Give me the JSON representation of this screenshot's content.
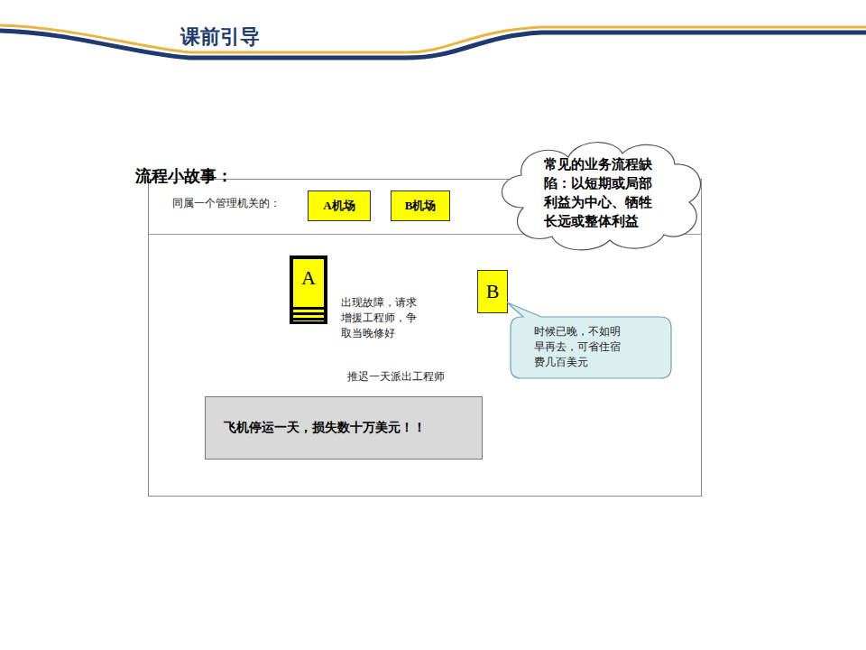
{
  "diagram": {
    "title": "课前引导",
    "nodes": [
      {
        "text": [
          "同属一个管理机关的："
        ]
      },
      {
        "text": [
          "A机场"
        ],
        "in": 0
      },
      {
        "text": [
          "B机场"
        ],
        "in": 0
      },
      {
        "text": [
          "A"
        ],
        "in": 0
      },
      {
        "text": [
          "B"
        ],
        "in": 0
      },
      {
        "text": [
          "常见的业务流程缺陷：以短期或局部利益为中心、牺牲长远或整体利益"
        ]
      },
      {
        "text": [
          "时候已晚，不如明早再去，可省住宿费几百美元"
        ],
        "in": 0
      },
      {
        "text": [
          "飞机停运一天，损失数十万美元！！"
        ],
        "in": 0
      }
    ],
    "edges": [
      {
        "from": 3,
        "to": 4,
        "arrow": "to",
        "label": "出现故障，请求增援工程师，争取当晚修好"
      },
      {
        "from": 4,
        "to": 3,
        "arrow": "to",
        "label": "推迟一天派出工程师"
      }
    ],
    "labels": [
      "流程小故事："
    ]
  }
}
